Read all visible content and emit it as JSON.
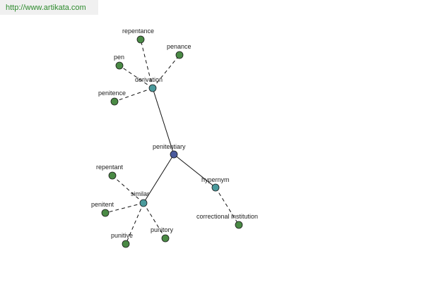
{
  "watermark": {
    "text": "http://www.artikata.com"
  },
  "colors": {
    "root_node": "#4a5a9c",
    "relation_node": "#4a9a9c",
    "word_node": "#4a8a45",
    "node_stroke": "#1a1a1a",
    "edge": "#111111",
    "watermark_text": "#2e8b2e",
    "watermark_bg": "#f0f0f0"
  },
  "graph": {
    "root": {
      "id": "penitentiary",
      "label": "penitentiary"
    },
    "relations": [
      {
        "id": "derivation",
        "label": "derivation",
        "words": [
          "repentance",
          "penance",
          "pen",
          "penitence"
        ]
      },
      {
        "id": "similar",
        "label": "similar",
        "words": [
          "repentant",
          "penitent",
          "punitive",
          "punitory"
        ]
      },
      {
        "id": "hypernym",
        "label": "hypernym",
        "words": [
          "correctional institution"
        ]
      }
    ]
  }
}
